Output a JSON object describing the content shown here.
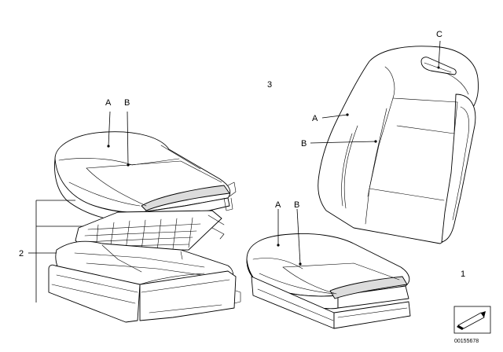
{
  "labels": {
    "left_cushion_A": "A",
    "left_cushion_B": "B",
    "part_3": "3",
    "backrest_C": "C",
    "backrest_A": "A",
    "backrest_B": "B",
    "right_cushion_A": "A",
    "right_cushion_B": "B",
    "part_2": "2",
    "part_1": "1"
  },
  "drawing_code": "00155678"
}
